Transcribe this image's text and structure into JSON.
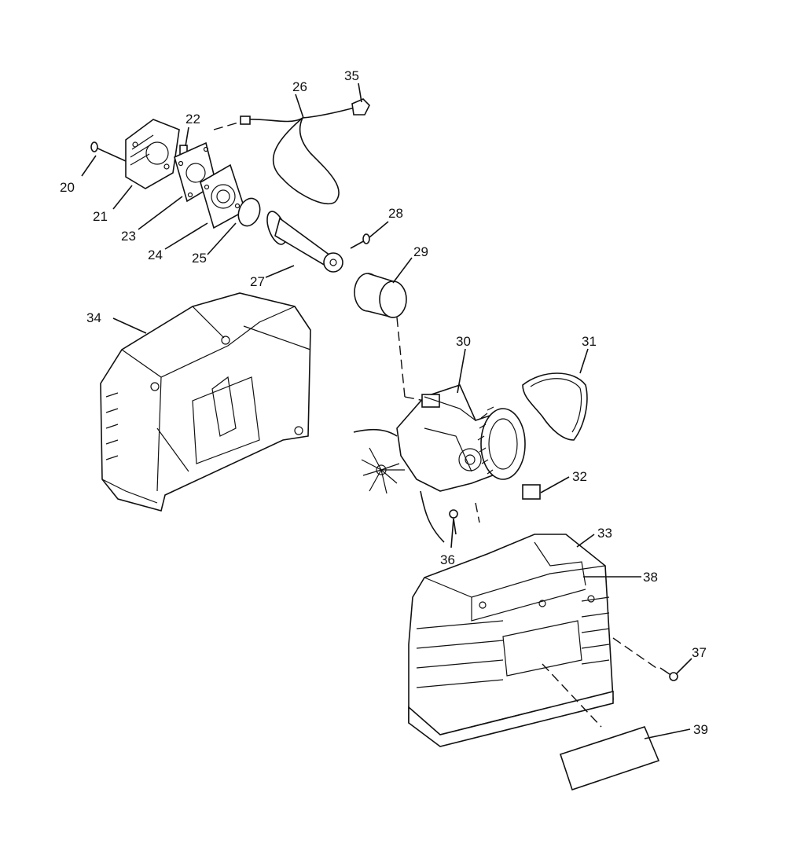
{
  "callouts": [
    {
      "id": "c20",
      "label": "20"
    },
    {
      "id": "c21",
      "label": "21"
    },
    {
      "id": "c22",
      "label": "22"
    },
    {
      "id": "c23",
      "label": "23"
    },
    {
      "id": "c24",
      "label": "24"
    },
    {
      "id": "c25",
      "label": "25"
    },
    {
      "id": "c26",
      "label": "26"
    },
    {
      "id": "c27",
      "label": "27"
    },
    {
      "id": "c28",
      "label": "28"
    },
    {
      "id": "c29",
      "label": "29"
    },
    {
      "id": "c30",
      "label": "30"
    },
    {
      "id": "c31",
      "label": "31"
    },
    {
      "id": "c32",
      "label": "32"
    },
    {
      "id": "c33",
      "label": "33"
    },
    {
      "id": "c34",
      "label": "34"
    },
    {
      "id": "c35",
      "label": "35"
    },
    {
      "id": "c36",
      "label": "36"
    },
    {
      "id": "c37",
      "label": "37"
    },
    {
      "id": "c38",
      "label": "38"
    },
    {
      "id": "c39",
      "label": "39"
    }
  ]
}
